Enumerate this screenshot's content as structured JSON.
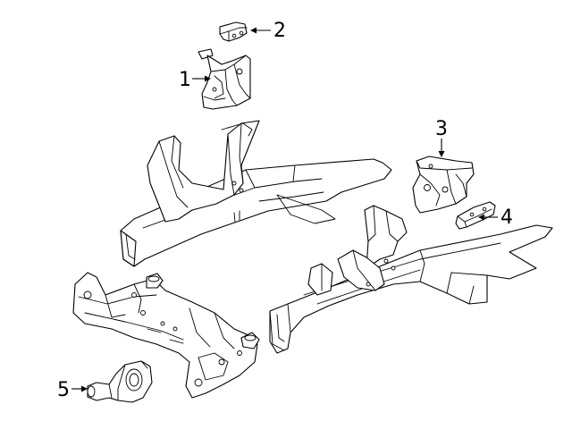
{
  "callouts": {
    "c1": {
      "number": "1"
    },
    "c2": {
      "number": "2"
    },
    "c3": {
      "number": "3"
    },
    "c4": {
      "number": "4"
    },
    "c5": {
      "number": "5"
    }
  }
}
